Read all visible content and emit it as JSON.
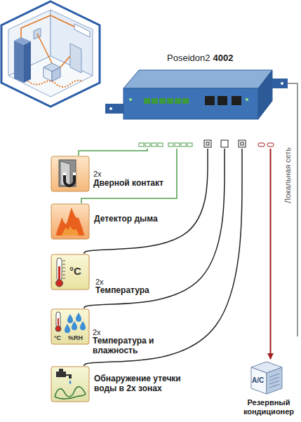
{
  "diagram": {
    "nodes": [
      {
        "text": [
          "Poseidon2",
          "4002"
        ]
      },
      {
        "text": [
          "2x",
          "Дверной контакт"
        ]
      },
      {
        "text": [
          "Детектор дыма"
        ]
      },
      {
        "text": [
          "°C",
          "2x",
          "Температура"
        ]
      },
      {
        "text": [
          "°C",
          "%RH",
          "2x",
          "Температура и влажность"
        ]
      },
      {
        "text": [
          "Обнаружение утечки воды в 2х зонах"
        ]
      },
      {
        "text": [
          "A/C",
          "Резервный кондиционер"
        ]
      }
    ],
    "edges": [
      {
        "from": 0,
        "to": 1,
        "arrow": "none"
      },
      {
        "from": 0,
        "to": 2,
        "arrow": "none"
      },
      {
        "from": 0,
        "to": 3,
        "arrow": "none"
      },
      {
        "from": 0,
        "to": 4,
        "arrow": "none"
      },
      {
        "from": 0,
        "to": 5,
        "arrow": "none"
      },
      {
        "from": 0,
        "to": 6,
        "arrow": "to"
      }
    ],
    "labels": [
      "Локальная сеть"
    ]
  }
}
